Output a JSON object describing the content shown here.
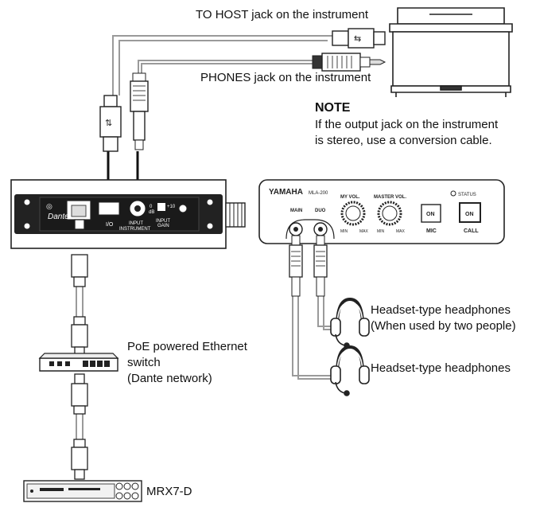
{
  "labels": {
    "to_host": "TO HOST jack on the instrument",
    "phones": "PHONES jack on the instrument",
    "note_title": "NOTE",
    "note_line1": "If the output jack on the instrument",
    "note_line2": "is stereo, use a conversion cable.",
    "poe_line1": "PoE powered Ethernet",
    "poe_line2": "switch",
    "poe_line3": "(Dante network)",
    "mrx": "MRX7-D",
    "headset1_line1": "Headset-type headphones",
    "headset1_line2": "(When used by two people)",
    "headset2": "Headset-type headphones"
  },
  "adapter_panel": {
    "dante": "Dante",
    "io": "I/O",
    "input": "INPUT",
    "instrument": "INSTRUMENT",
    "gain0": "0",
    "gain_db": "dB",
    "gain10": "+10",
    "input_gain": "INPUT",
    "gain_word": "GAIN"
  },
  "mla": {
    "brand": "YAMAHA",
    "model": "MLA-200",
    "my_vol": "MY VOL.",
    "master_vol": "MASTER VOL.",
    "main": "MAIN",
    "duo": "DUO",
    "min": "MIN",
    "max": "MAX",
    "on": "ON",
    "mic": "MIC",
    "call": "CALL",
    "status": "STATUS"
  }
}
